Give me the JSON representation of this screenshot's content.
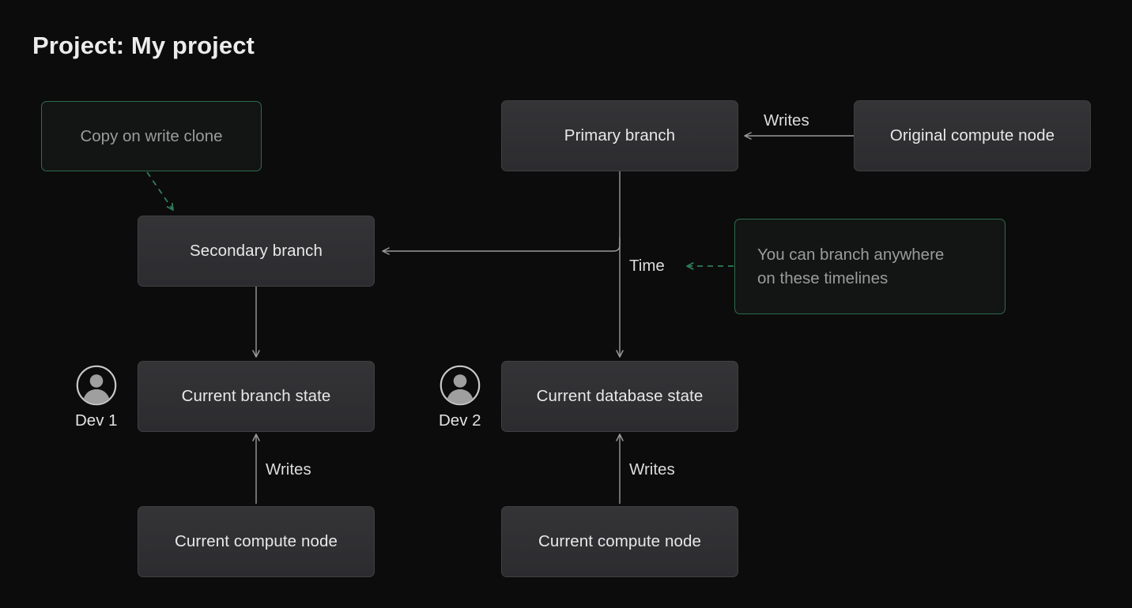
{
  "title": "Project: My project",
  "colors": {
    "background": "#0c0c0c",
    "node_fill": "#2f2f32",
    "node_border": "#404043",
    "accent_green": "#2e6b4e",
    "arrow_gray": "#9a9a9a",
    "text_primary": "#e8e8e8",
    "text_muted": "#9b9b9b"
  },
  "nodes": [
    {
      "id": "primary_branch",
      "label": "Primary branch"
    },
    {
      "id": "original_compute_node",
      "label": "Original compute node"
    },
    {
      "id": "secondary_branch",
      "label": "Secondary branch"
    },
    {
      "id": "current_branch_state",
      "label": "Current branch state"
    },
    {
      "id": "current_database_state",
      "label": "Current database state"
    },
    {
      "id": "current_compute_left",
      "label": "Current compute node"
    },
    {
      "id": "current_compute_right",
      "label": "Current compute node"
    }
  ],
  "callouts": [
    {
      "id": "copy_on_write_clone",
      "label": "Copy on write clone"
    },
    {
      "id": "branch_anywhere",
      "line1": "You can branch anywhere",
      "line2": "on these timelines"
    }
  ],
  "edge_labels": {
    "writes_primary": "Writes",
    "time": "Time",
    "writes_left": "Writes",
    "writes_right": "Writes"
  },
  "developers": [
    {
      "id": "dev1",
      "label": "Dev 1",
      "icon": "user-avatar-icon"
    },
    {
      "id": "dev2",
      "label": "Dev 2",
      "icon": "user-avatar-icon"
    }
  ]
}
